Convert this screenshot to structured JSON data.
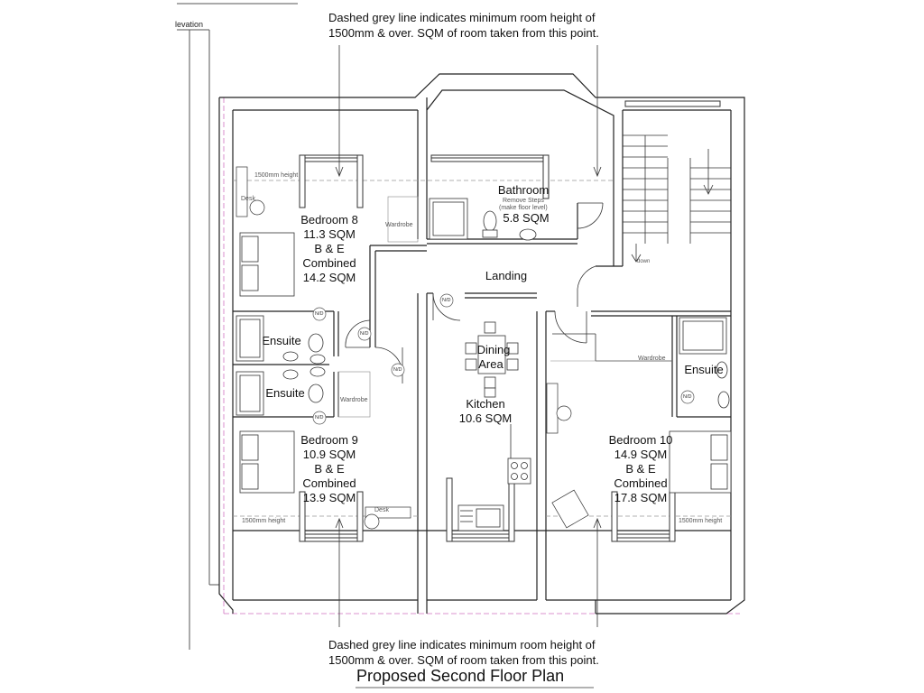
{
  "elevation_label": "levation",
  "notes": {
    "top_line1": "Dashed grey line indicates minimum room height of",
    "top_line2": "1500mm & over. SQM of room taken from this point.",
    "bottom_line1": "Dashed grey line indicates minimum room height of",
    "bottom_line2": "1500mm & over. SQM of room taken from this point."
  },
  "title": "Proposed Second Floor Plan",
  "rooms": {
    "bedroom8": {
      "name": "Bedroom 8",
      "sqm": "11.3 SQM",
      "be": "B & E",
      "combined": "Combined",
      "combined_sqm": "14.2 SQM"
    },
    "bedroom9": {
      "name": "Bedroom 9",
      "sqm": "10.9 SQM",
      "be": "B & E",
      "combined": "Combined",
      "combined_sqm": "13.9 SQM"
    },
    "bedroom10": {
      "name": "Bedroom 10",
      "sqm": "14.9 SQM",
      "be": "B & E",
      "combined": "Combined",
      "combined_sqm": "17.8 SQM"
    },
    "bathroom": {
      "name": "Bathroom",
      "sqm": "5.8 SQM",
      "note1": "Remove Steps",
      "note2": "(make floor level)"
    },
    "landing": {
      "name": "Landing"
    },
    "dining": {
      "line1": "Dining",
      "line2": "Area"
    },
    "kitchen": {
      "name": "Kitchen",
      "sqm": "10.6 SQM"
    },
    "ensuite_a": {
      "name": "Ensuite"
    },
    "ensuite_b": {
      "name": "Ensuite"
    },
    "ensuite_c": {
      "name": "Ensuite"
    }
  },
  "small_labels": {
    "wardrobe": "Wardrobe",
    "height": "1500mm height",
    "desk": "Desk",
    "down": "down",
    "nd": "N/D"
  }
}
